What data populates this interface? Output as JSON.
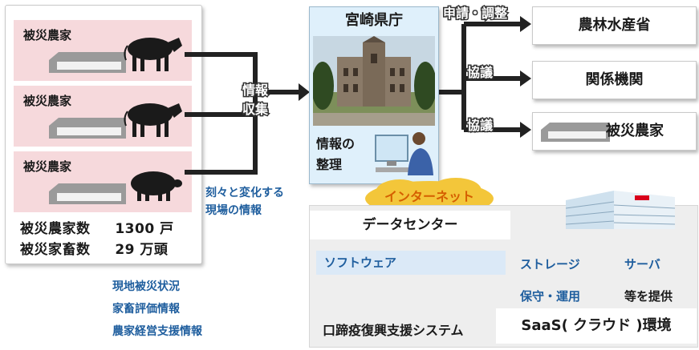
{
  "left_panel": {
    "farms": [
      {
        "label": "被災農家",
        "animal": "cow-icon"
      },
      {
        "label": "被災農家",
        "animal": "cow-icon"
      },
      {
        "label": "被災農家",
        "animal": "pig-icon"
      }
    ],
    "stats": [
      {
        "label": "被災農家数",
        "value": "1300 戸"
      },
      {
        "label": "被災家畜数",
        "value": "29 万頭"
      }
    ]
  },
  "below_left": {
    "items": [
      "現地被災状況",
      "家畜評価情報",
      "農家経営支援情報"
    ]
  },
  "collect_label": [
    "情報",
    "収集"
  ],
  "change_note": [
    "刻々と変化する",
    "現場の情報"
  ],
  "prefecture": {
    "title": "宮崎県庁",
    "organize": [
      "情報の",
      "整理"
    ]
  },
  "connectors": {
    "request": "申請・調整",
    "consult1": "協議",
    "consult2": "協議"
  },
  "targets": [
    "農林水産省",
    "関係機関",
    "被災農家"
  ],
  "internet": "インターネット",
  "data_center": {
    "title": "データセンター",
    "software": "ソフトウェア",
    "system_name": "口蹄疫復興支援システム",
    "services": [
      "ストレージ",
      "サーバ",
      "保守・運用",
      "等を提供"
    ],
    "saas": "SaaS( クラウド )環境"
  },
  "colors": {
    "accent_blue": "#1f5e9e",
    "pink_band": "#f6d9dc",
    "internet_orange": "#e58a00",
    "arrow": "#222222"
  }
}
